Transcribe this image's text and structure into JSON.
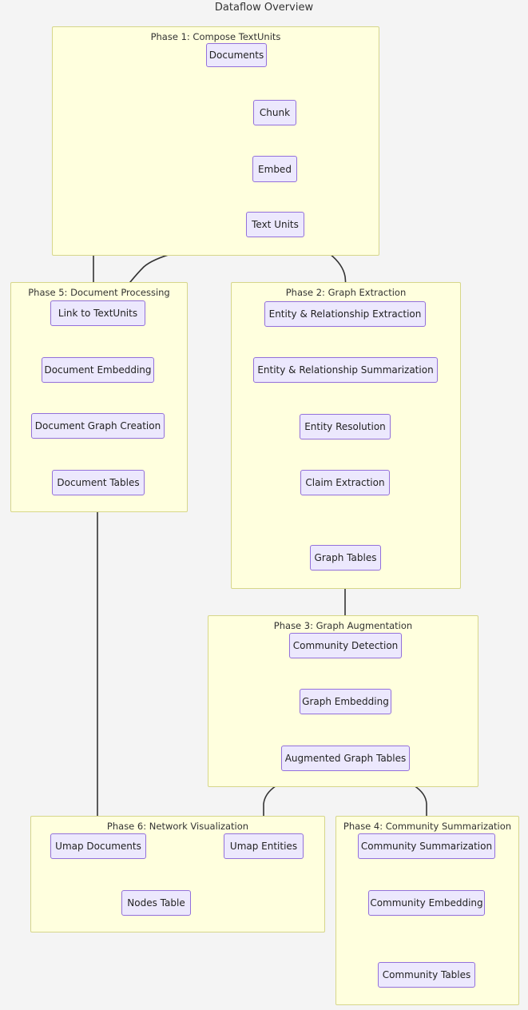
{
  "title": "Dataflow Overview",
  "theme": {
    "background": "#f4f4f4",
    "cluster_fill": "#ffffde",
    "cluster_stroke": "#d6d68a",
    "node_fill": "#ece8fd",
    "node_stroke": "#9370db",
    "edge_stroke": "#333333",
    "text_color": "#333333"
  },
  "clusters": [
    {
      "id": "phase1",
      "label": "Phase 1: Compose TextUnits"
    },
    {
      "id": "phase5",
      "label": "Phase 5: Document Processing"
    },
    {
      "id": "phase2",
      "label": "Phase 2: Graph Extraction"
    },
    {
      "id": "phase3",
      "label": "Phase 3: Graph Augmentation"
    },
    {
      "id": "phase6",
      "label": "Phase 6: Network Visualization"
    },
    {
      "id": "phase4",
      "label": "Phase 4: Community Summarization"
    }
  ],
  "nodes": {
    "documents": "Documents",
    "chunk": "Chunk",
    "embed": "Embed",
    "text_units": "Text Units",
    "link_to_textunits": "Link to TextUnits",
    "document_embedding": "Document Embedding",
    "document_graph_creation": "Document Graph Creation",
    "document_tables": "Document Tables",
    "entity_relationship_extraction": "Entity & Relationship Extraction",
    "entity_relationship_summarization": "Entity & Relationship Summarization",
    "entity_resolution": "Entity Resolution",
    "claim_extraction": "Claim Extraction",
    "graph_tables": "Graph Tables",
    "community_detection": "Community Detection",
    "graph_embedding": "Graph Embedding",
    "augmented_graph_tables": "Augmented Graph Tables",
    "umap_documents": "Umap Documents",
    "umap_entities": "Umap Entities",
    "nodes_table": "Nodes Table",
    "community_summarization": "Community Summarization",
    "community_embedding": "Community Embedding",
    "community_tables": "Community Tables"
  },
  "edges": [
    {
      "from": "documents",
      "to": "chunk"
    },
    {
      "from": "documents",
      "to": "link_to_textunits"
    },
    {
      "from": "chunk",
      "to": "embed"
    },
    {
      "from": "embed",
      "to": "text_units"
    },
    {
      "from": "text_units",
      "to": "link_to_textunits"
    },
    {
      "from": "text_units",
      "to": "entity_relationship_extraction"
    },
    {
      "from": "link_to_textunits",
      "to": "document_embedding"
    },
    {
      "from": "document_embedding",
      "to": "document_graph_creation"
    },
    {
      "from": "document_graph_creation",
      "to": "document_tables"
    },
    {
      "from": "document_tables",
      "to": "umap_documents"
    },
    {
      "from": "entity_relationship_extraction",
      "to": "entity_relationship_summarization"
    },
    {
      "from": "entity_relationship_summarization",
      "to": "entity_resolution"
    },
    {
      "from": "entity_resolution",
      "to": "claim_extraction"
    },
    {
      "from": "claim_extraction",
      "to": "graph_tables"
    },
    {
      "from": "graph_tables",
      "to": "community_detection"
    },
    {
      "from": "community_detection",
      "to": "graph_embedding"
    },
    {
      "from": "graph_embedding",
      "to": "augmented_graph_tables"
    },
    {
      "from": "augmented_graph_tables",
      "to": "umap_entities"
    },
    {
      "from": "augmented_graph_tables",
      "to": "community_summarization"
    },
    {
      "from": "umap_documents",
      "to": "nodes_table"
    },
    {
      "from": "umap_entities",
      "to": "nodes_table"
    },
    {
      "from": "community_summarization",
      "to": "community_embedding"
    },
    {
      "from": "community_embedding",
      "to": "community_tables"
    }
  ]
}
